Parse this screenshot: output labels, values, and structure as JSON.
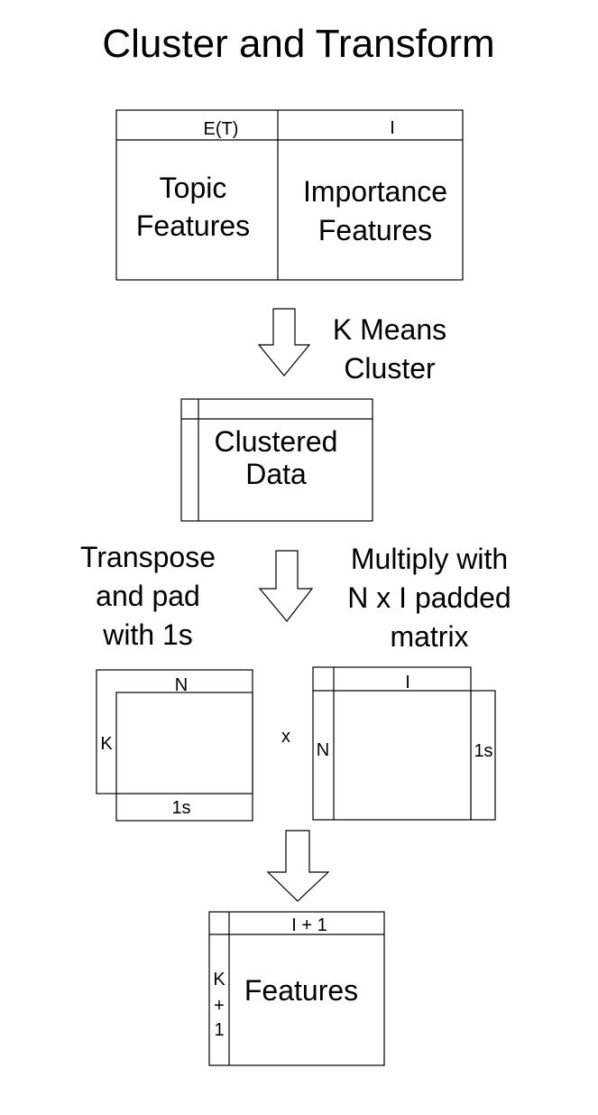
{
  "title": "Cluster and Transform",
  "topic_importance_table": {
    "col1_header": "E(T)",
    "col2_header": "I",
    "col1_body": [
      "Topic",
      "Features"
    ],
    "col2_body": [
      "Importance",
      "Features"
    ]
  },
  "step1": {
    "caption": [
      "K Means",
      "Cluster"
    ]
  },
  "clustered_table": {
    "body": [
      "Clustered",
      "Data"
    ]
  },
  "step2": {
    "left_caption": [
      "Transpose",
      "and pad",
      "with 1s"
    ],
    "right_caption": [
      "Multiply with",
      "N x I padded",
      "matrix"
    ]
  },
  "left_matrix": {
    "top_label": "N",
    "side_label": "K",
    "bottom_label": "1s"
  },
  "multiply_sign": "x",
  "right_matrix": {
    "top_label": "I",
    "side_label": "N",
    "right_label": "1s"
  },
  "result_table": {
    "top_label": "I + 1",
    "side_label": [
      "K",
      "+",
      "1"
    ],
    "body": "Features"
  }
}
